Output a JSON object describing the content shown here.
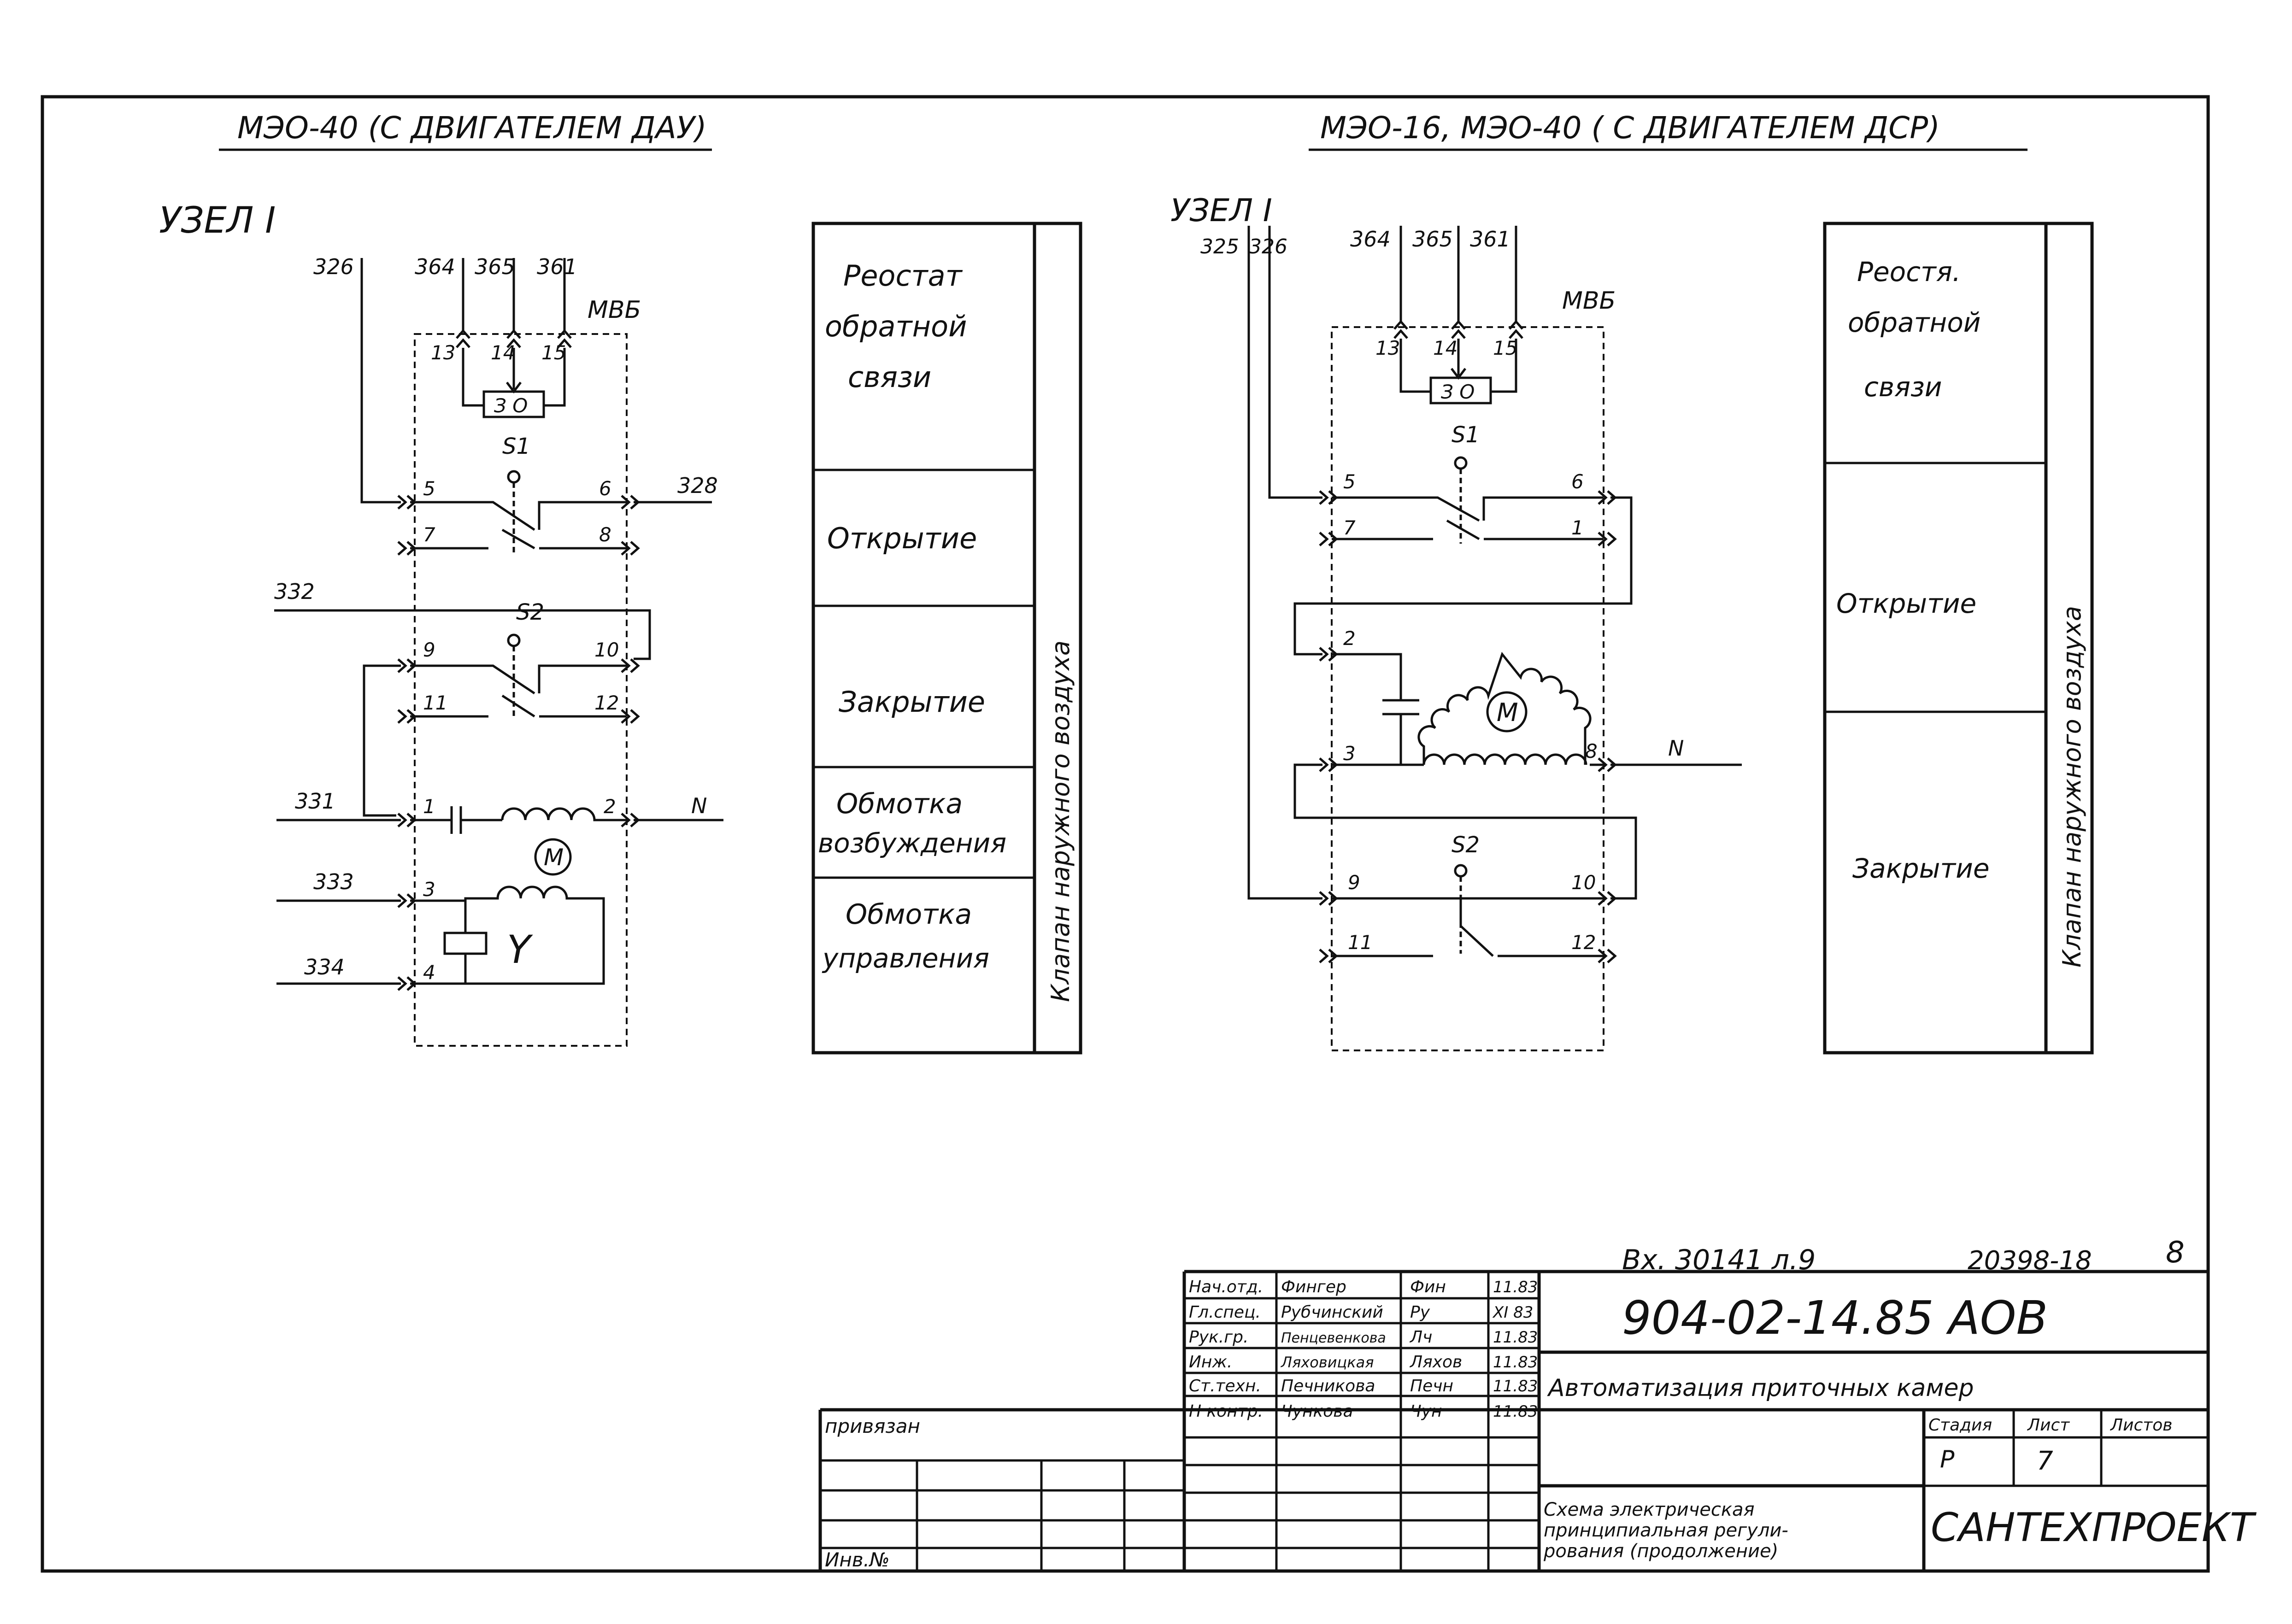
{
  "diagram_left": {
    "title": "МЭО-40 (С ДВИГАТЕЛЕМ ДАУ)",
    "node": "УЗЕЛ I",
    "wires_top": [
      "326",
      "364",
      "365",
      "361"
    ],
    "module": "МВБ",
    "terminals_feedback": [
      "13",
      "14",
      "15"
    ],
    "feedback_element": "З О",
    "switch_s1": "S1",
    "switch_s2": "S2",
    "terminals_left": [
      "5",
      "7",
      "9",
      "11",
      "1",
      "3",
      "4"
    ],
    "terminals_right": [
      "6",
      "8",
      "10",
      "12",
      "2"
    ],
    "wire_out": "328",
    "wire_332": "332",
    "wire_331": "331",
    "wire_333": "333",
    "wire_334": "334",
    "neutral": "N",
    "motor": "M",
    "coil": "Y"
  },
  "table_left": {
    "rows": [
      [
        "Реостат",
        "обратной",
        "связи"
      ],
      [
        "Открытие"
      ],
      [
        "Закрытие"
      ],
      [
        "Обмотка",
        "возбуждения"
      ],
      [
        "Обмотка",
        "управления"
      ]
    ],
    "side_label": "Клапан   наружного   воздуха"
  },
  "diagram_right": {
    "title": "МЭО-16, МЭО-40  ( С ДВИГАТЕЛЕМ ДСР)",
    "node": "УЗЕЛ I",
    "wires_top": [
      "325",
      "326",
      "364",
      "365",
      "361"
    ],
    "module": "МВБ",
    "terminals_feedback": [
      "13",
      "14",
      "15"
    ],
    "feedback_element": "З О",
    "switch_s1": "S1",
    "switch_s2": "S2",
    "terminals_left": [
      "5",
      "7",
      "2",
      "3",
      "9",
      "11"
    ],
    "terminals_right": [
      "6",
      "8",
      "1",
      "10",
      "12"
    ],
    "neutral": "N",
    "motor": "M"
  },
  "table_right": {
    "rows": [
      [
        "Реостя.",
        "обратной",
        "связи"
      ],
      [
        "Открытие"
      ],
      [
        "Закрытие"
      ]
    ],
    "side_label": "Клапан   наружного   воздуха"
  },
  "title_block": {
    "stamp_incoming": "Вх. 30141 л.9",
    "archive_no": "20398-18",
    "page_corner": "8",
    "designation": "904-02-14.85   АОВ",
    "project_title": "Автоматизация   приточных камер",
    "drawing_title": [
      "Схема электрическая",
      "принципиальная регули-",
      "рования (продолжение)"
    ],
    "organization": "САНТЕХПРОЕКТ",
    "stage_header": "Стадия",
    "sheet_header": "Лист",
    "sheets_header": "Листов",
    "stage": "Р",
    "sheet": "7",
    "sheets": "",
    "privyazan": "привязан",
    "inv_no": "Инв.№",
    "signatures": [
      {
        "role": "Нач.отд.",
        "name": "Фингер",
        "sign": "Фин",
        "date": "11.83"
      },
      {
        "role": "Гл.спец.",
        "name": "Рубчинский",
        "sign": "Ру",
        "date": "XI 83"
      },
      {
        "role": "Рук.гр.",
        "name": "Пенцевенкова",
        "sign": "Лч",
        "date": "11.83"
      },
      {
        "role": "Инж.",
        "name": "Ляховицкая",
        "sign": "Ляхов",
        "date": "11.83"
      },
      {
        "role": "Ст.техн.",
        "name": "Печникова",
        "sign": "Печн",
        "date": "11.83"
      },
      {
        "role": "Н контр.",
        "name": "Чункова",
        "sign": "Чун",
        "date": "11.83"
      }
    ]
  }
}
